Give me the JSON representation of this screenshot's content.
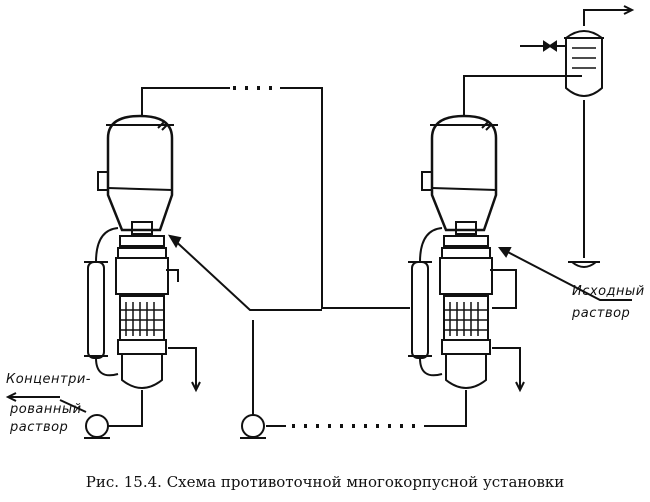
{
  "labels": {
    "concentrated_line1": "Концентри-",
    "concentrated_line2": "рованный",
    "concentrated_line3": "раствор",
    "initial_line1": "Исходный",
    "initial_line2": "раствор"
  },
  "caption": "Рис. 15.4. Схема противоточной многокорпусной установки",
  "colors": {
    "ink": "#111111",
    "paper": "#ffffff"
  }
}
